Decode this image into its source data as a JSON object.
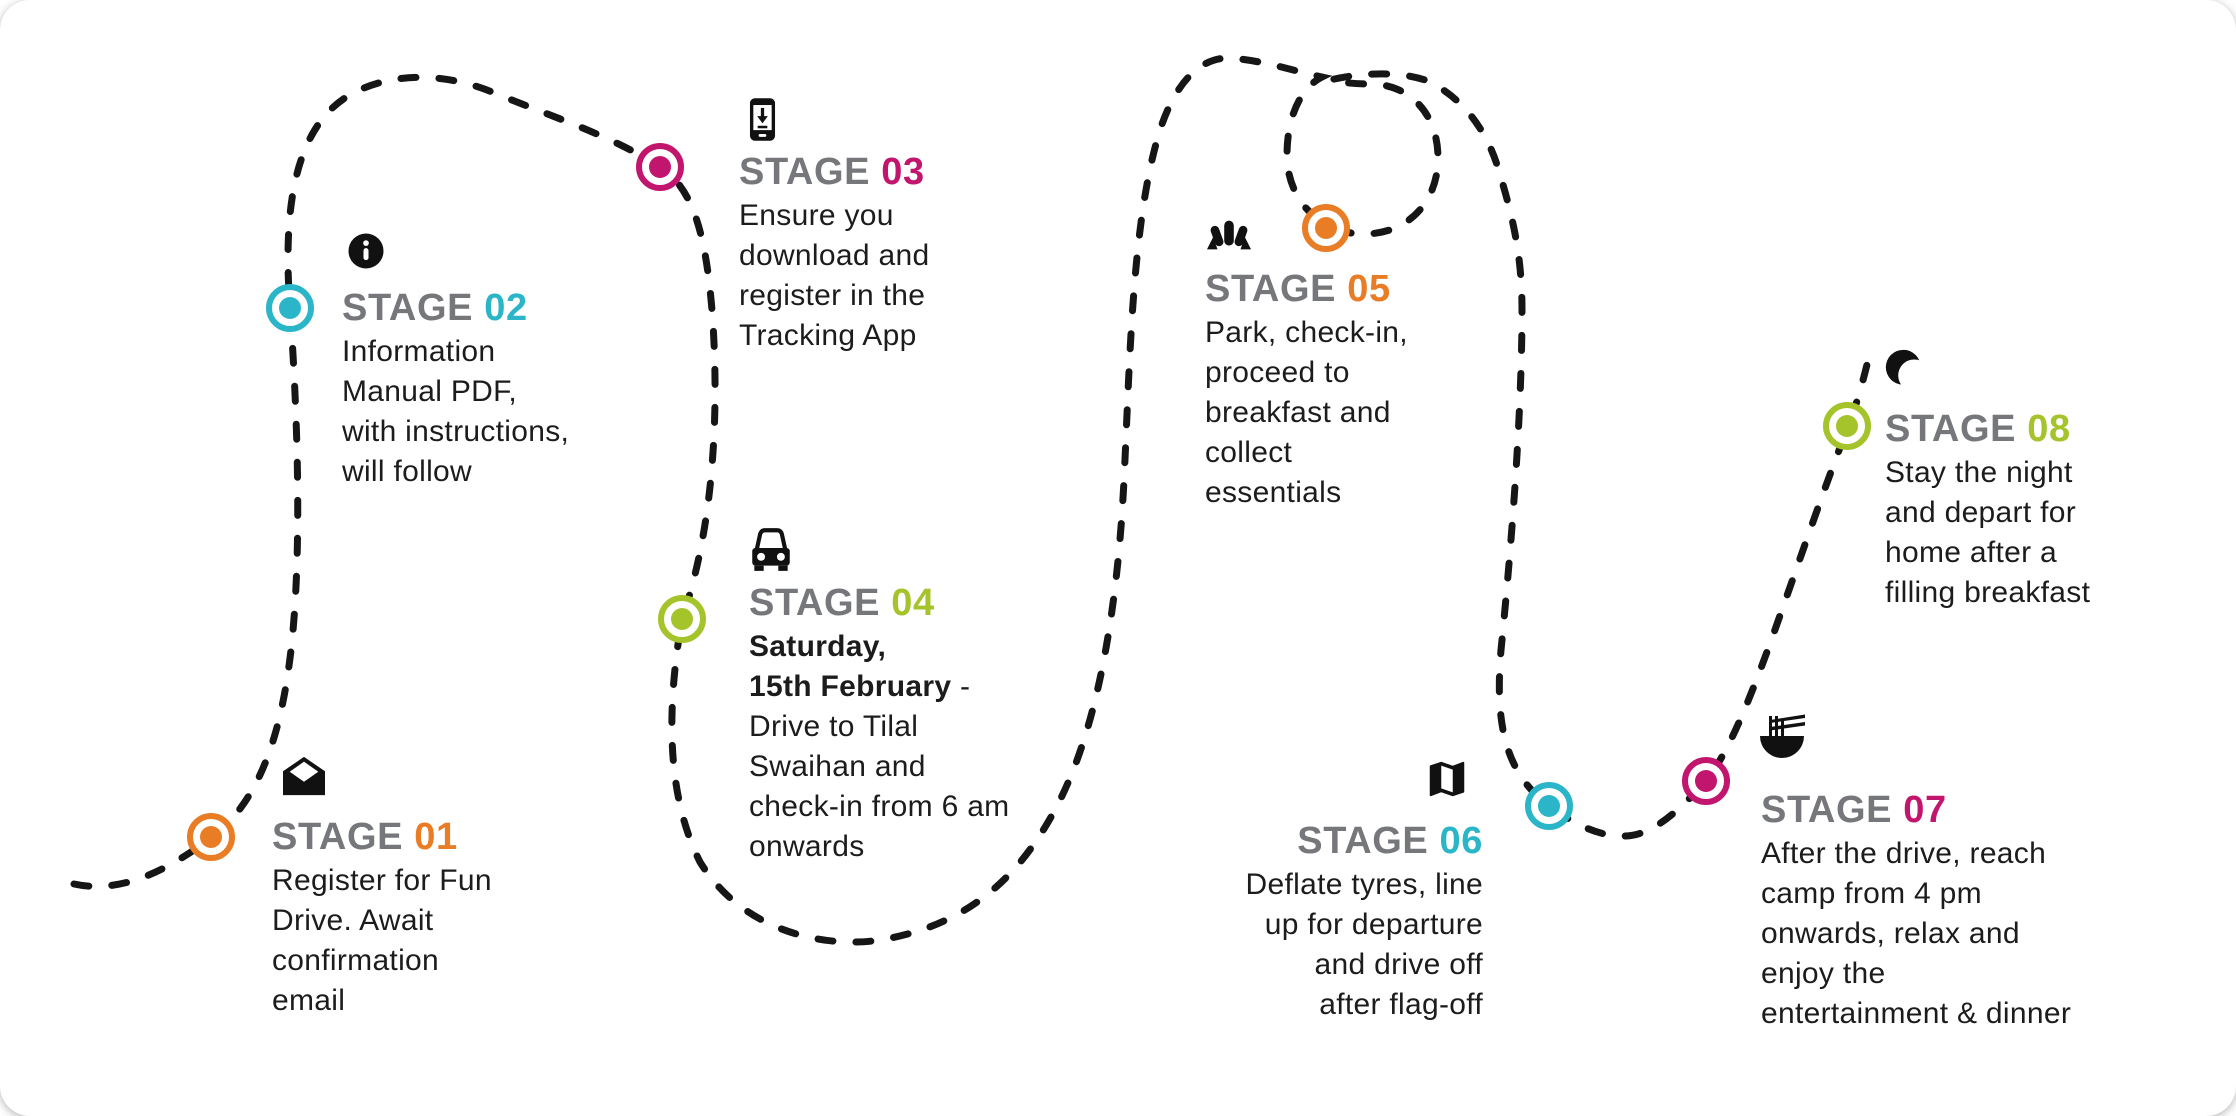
{
  "colors": {
    "orange": "#E87D26",
    "cyan": "#2BB5C8",
    "magenta": "#C2156D",
    "green": "#A5C32A",
    "stage_label": "#76777B",
    "body_text": "#1c1c1c",
    "path": "#161616"
  },
  "stages": [
    {
      "label": "STAGE",
      "number": "01",
      "color": "#E87D26",
      "icon": "envelope-icon",
      "lines": [
        "Register for Fun",
        "Drive. Await",
        "confirmation",
        "email"
      ]
    },
    {
      "label": "STAGE",
      "number": "02",
      "color": "#2BB5C8",
      "icon": "info-icon",
      "lines": [
        "Information",
        "Manual PDF,",
        "with instructions,",
        "will follow"
      ]
    },
    {
      "label": "STAGE",
      "number": "03",
      "color": "#C2156D",
      "icon": "phone-download-icon",
      "lines": [
        "Ensure you",
        "download and",
        "register in the",
        "Tracking App"
      ]
    },
    {
      "label": "STAGE",
      "number": "04",
      "color": "#A5C32A",
      "icon": "car-icon",
      "lines": [
        "**Saturday,**",
        "**15th February** -",
        "Drive to Tilal",
        "Swaihan and",
        "check-in from 6 am",
        "onwards"
      ]
    },
    {
      "label": "STAGE",
      "number": "05",
      "color": "#E87D26",
      "icon": "croissant-icon",
      "lines": [
        "Park, check-in,",
        "proceed to",
        "breakfast and",
        "collect",
        "essentials"
      ]
    },
    {
      "label": "STAGE",
      "number": "06",
      "color": "#2BB5C8",
      "icon": "map-icon",
      "lines": [
        "Deflate tyres, line",
        "up for departure",
        "and drive off",
        "after flag-off"
      ]
    },
    {
      "label": "STAGE",
      "number": "07",
      "color": "#C2156D",
      "icon": "noodle-bowl-icon",
      "lines": [
        "After the drive, reach",
        "camp from 4 pm",
        "onwards, relax and",
        "enjoy the",
        "entertainment & dinner"
      ]
    },
    {
      "label": "STAGE",
      "number": "08",
      "color": "#A5C32A",
      "icon": "moon-icon",
      "lines": [
        "Stay the night",
        "and depart for",
        "home after a",
        "filling breakfast"
      ]
    }
  ]
}
